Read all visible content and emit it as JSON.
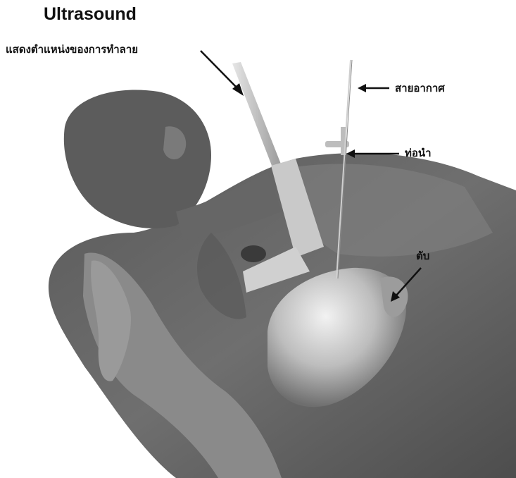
{
  "figure": {
    "title": "Ultrasound",
    "labels": {
      "probe_position": "แสดงตำแหน่งของการทำลาย",
      "air_line": "สายอากาศ",
      "guide_tube": "ท่อนำ",
      "liver": "ตับ"
    },
    "colors": {
      "background": "#ffffff",
      "body_dark": "#4a4a4a",
      "body_mid": "#6b6b6b",
      "body_light": "#8c8c8c",
      "organ_highlight": "#d9d9d9",
      "probe": "#c8c8c8",
      "arrow": "#111111"
    }
  }
}
